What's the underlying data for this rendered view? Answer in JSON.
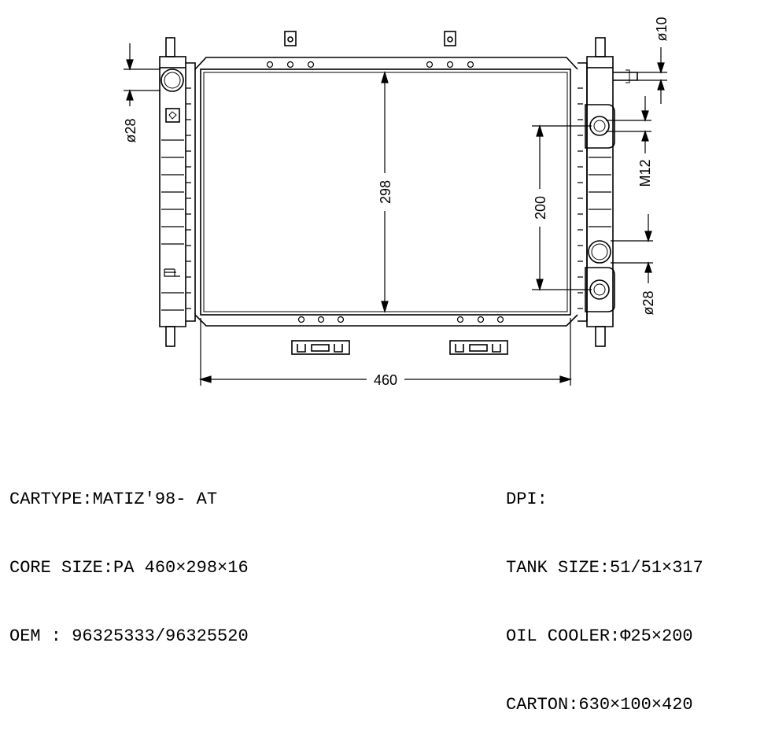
{
  "dimensions": {
    "core_width": "460",
    "core_height": "298",
    "cooler_spacing": "200",
    "inlet_pipe": "ø28",
    "outlet_pipe": "ø28",
    "small_pipe": "ø10",
    "thread": "M12"
  },
  "specs_left": [
    "CARTYPE:MATIZ'98- AT",
    "CORE SIZE:PA 460×298×16",
    "OEM : 96325333/96325520"
  ],
  "specs_right": [
    "DPI:",
    "TANK SIZE:51/51×317",
    "OIL COOLER:Φ25×200",
    "CARTON:630×100×420"
  ]
}
